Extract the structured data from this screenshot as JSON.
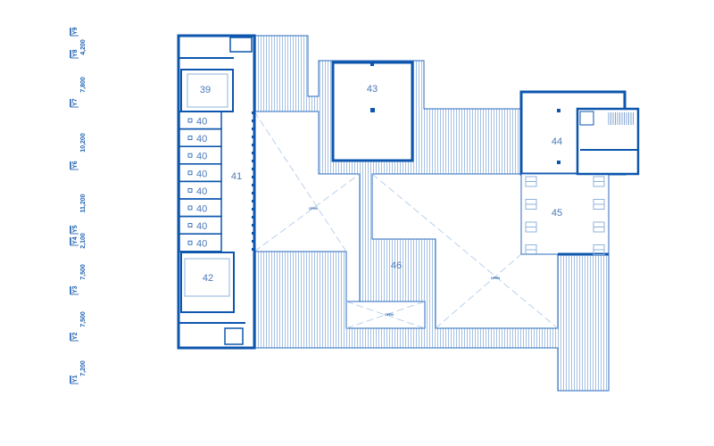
{
  "colors": {
    "wall": "#0d56ad",
    "hatch": "#8fb3de",
    "dashed": "#a9c6e8",
    "text": "#1d5fb0"
  },
  "grid_axes": [
    {
      "name": "Y9"
    },
    {
      "name": "Y8"
    },
    {
      "name": "Y7"
    },
    {
      "name": "Y6"
    },
    {
      "name": "Y5"
    },
    {
      "name": "Y4"
    },
    {
      "name": "Y3"
    },
    {
      "name": "Y2"
    },
    {
      "name": "Y1"
    }
  ],
  "dimensions": [
    "4,200",
    "7,800",
    "10,200",
    "11,200",
    "2,100",
    "7,500",
    "7,500",
    "7,200"
  ],
  "rooms": {
    "r39": "39",
    "r40": "40",
    "r41": "41",
    "r42": "42",
    "r43": "43",
    "r44": "44",
    "r45": "45",
    "r46": "46"
  },
  "open_label": "OPEN"
}
